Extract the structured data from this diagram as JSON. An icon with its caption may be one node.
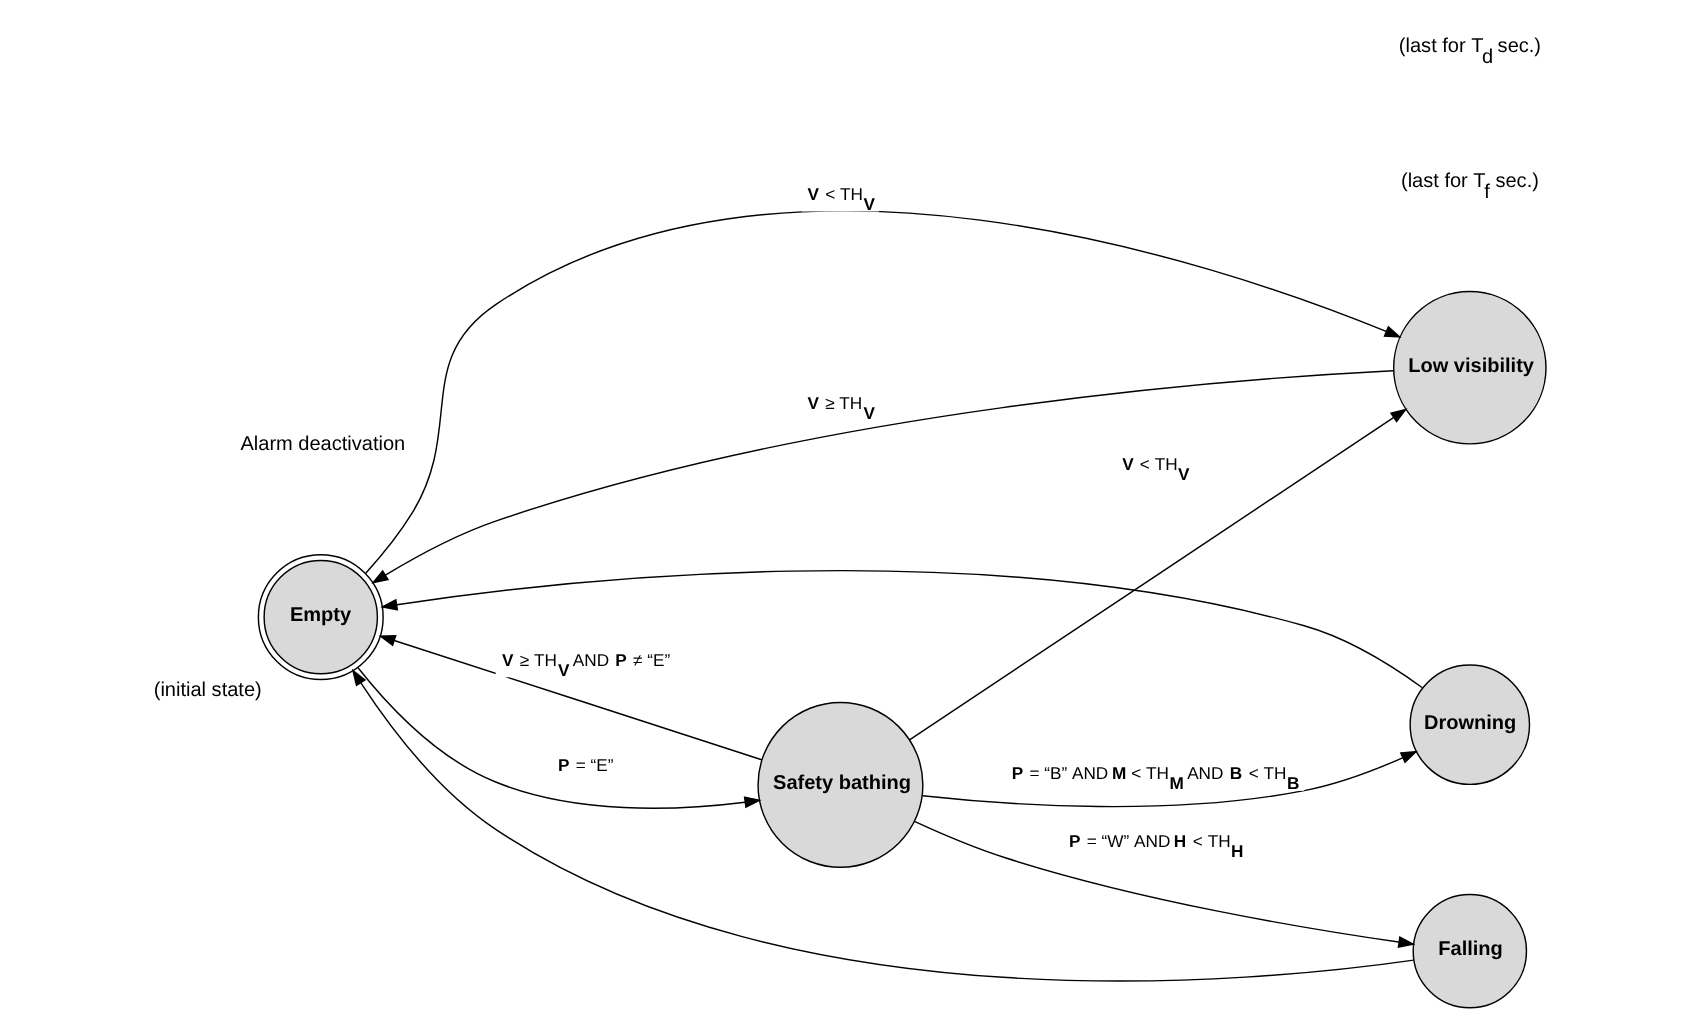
{
  "diagram": {
    "nodes": [
      {
        "text": [
          "Empty"
        ],
        "beside": [
          "(initial state)"
        ]
      },
      {
        "text": [
          "Low visibility"
        ]
      },
      {
        "text": [
          "Safety bathing"
        ]
      },
      {
        "text": [
          "Falling"
        ]
      },
      {
        "text": [
          "Drowning"
        ]
      }
    ],
    "edges": [
      {
        "from": 0,
        "to": 1,
        "arrow": "to",
        "label": "**V** < TH$_{V}$"
      },
      {
        "from": 1,
        "to": 0,
        "arrow": "to",
        "label": "**V** ≥ TH$_{V}$"
      },
      {
        "from": 2,
        "to": 0,
        "arrow": "to",
        "label": "**V** ≥ TH$_{V}$ AND **P** ≠ “E”"
      },
      {
        "from": 0,
        "to": 2,
        "arrow": "to",
        "label": "**P** = “E”"
      },
      {
        "from": 2,
        "to": 1,
        "arrow": "to",
        "label": "**V** < TH$_{V}$"
      },
      {
        "from": 2,
        "to": 3,
        "arrow": "to",
        "label": "**P** = “W” AND **H** < TH$_{H}$"
      },
      {
        "from": 2,
        "to": 4,
        "arrow": "to",
        "label": "**P** = “B” AND **M** < TH$_{M}$ AND **B** < TH$_{B}$"
      },
      {
        "from": 3,
        "to": 0,
        "arrow": "to"
      },
      {
        "from": 4,
        "to": 0,
        "arrow": "to"
      }
    ],
    "labels": [
      "Alarm deactivation",
      "(last for T$_{f}$ sec.)",
      "(last for T$_{d}$ sec.)"
    ]
  }
}
